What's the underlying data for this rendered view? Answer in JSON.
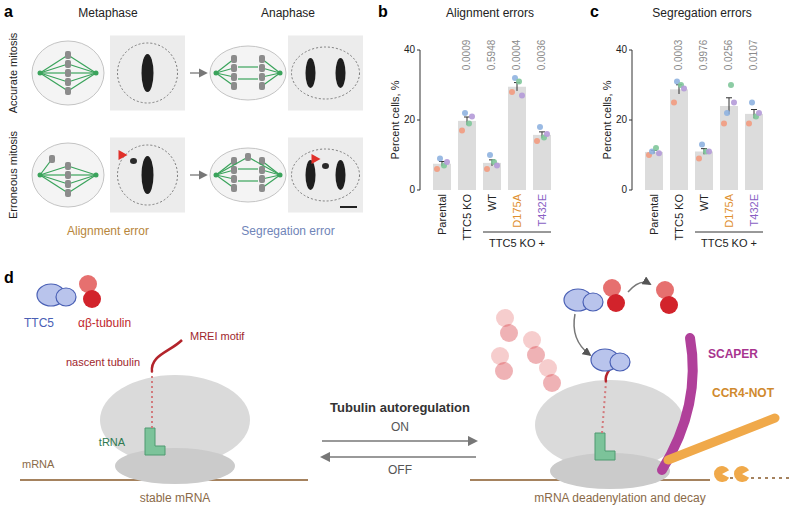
{
  "diagram": {
    "labels": [
      "a",
      "Metaphase",
      "Anaphase",
      "Accurate mitosis",
      "Erroneous mitosis",
      "Alignment error",
      "Segregation error",
      "b",
      "Alignment errors",
      "Percent cells, %",
      "0",
      "20",
      "40",
      "0.0009",
      "0.5948",
      "0.0004",
      "0.0036",
      "Parental",
      "TTC5 KO",
      "WT",
      "D175A",
      "T432E",
      "TTC5 KO +",
      "c",
      "Segregation errors",
      "Percent cells, %",
      "0",
      "20",
      "40",
      "0.0003",
      "0.9976",
      "0.0256",
      "0.0107",
      "Parental",
      "TTC5 KO",
      "WT",
      "D175A",
      "T432E",
      "TTC5 KO +",
      "d",
      "TTC5",
      "αβ-tubulin",
      "nascent tubulin",
      "MREI motif",
      "tRNA",
      "mRNA",
      "stable mRNA",
      "Tubulin autoregulation",
      "ON",
      "OFF",
      "SCAPER",
      "CCR4-NOT",
      "mRNA deadenylation and decay"
    ]
  }
}
